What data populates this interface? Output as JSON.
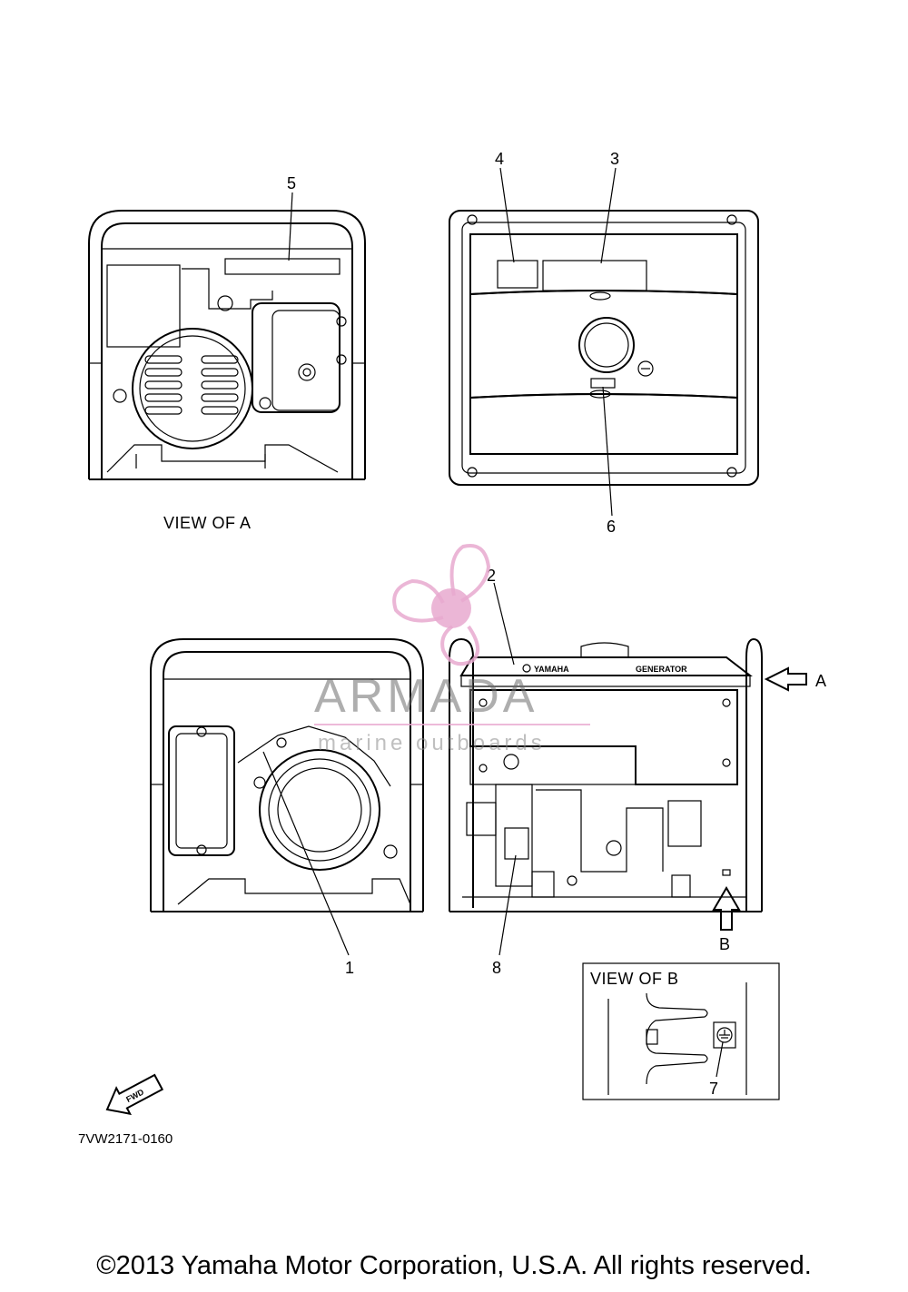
{
  "diagram": {
    "callouts": [
      "1",
      "2",
      "3",
      "4",
      "5",
      "6",
      "7",
      "8"
    ],
    "view_a_label": "VIEW  OF A",
    "view_b_label": "VIEW  OF B",
    "arrow_a_label": "A",
    "arrow_b_label": "B",
    "brand_label": "YAMAHA",
    "generator_label": "GENERATOR",
    "fwd_label": "FWD",
    "part_code": "7VW2171-0160"
  },
  "watermark": {
    "title": "ARMADA",
    "subtitle": "marine outboards",
    "colors": {
      "propeller": "#e8a9cf",
      "text": "#6b6b6b"
    }
  },
  "footer": {
    "copyright": "©2013 Yamaha Motor Corporation, U.S.A. All rights reserved."
  }
}
